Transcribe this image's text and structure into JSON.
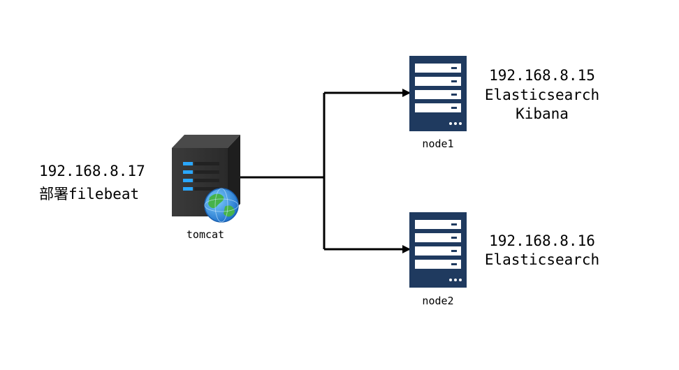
{
  "tomcat": {
    "ip": "192.168.8.17",
    "role": "部署filebeat",
    "label": "tomcat"
  },
  "node1": {
    "ip": "192.168.8.15",
    "service1": "Elasticsearch",
    "service2": "Kibana",
    "label": "node1"
  },
  "node2": {
    "ip": "192.168.8.16",
    "service1": "Elasticsearch",
    "label": "node2"
  },
  "colors": {
    "server_navy": "#1f3a5f",
    "tower_dark": "#2f2f2f",
    "led_blue": "#2aa7ff",
    "globe_blue": "#2b8be0",
    "globe_green": "#46b34a",
    "connector": "#000000"
  },
  "icons": {
    "tomcat": "web-server-icon",
    "node": "rack-server-icon"
  }
}
